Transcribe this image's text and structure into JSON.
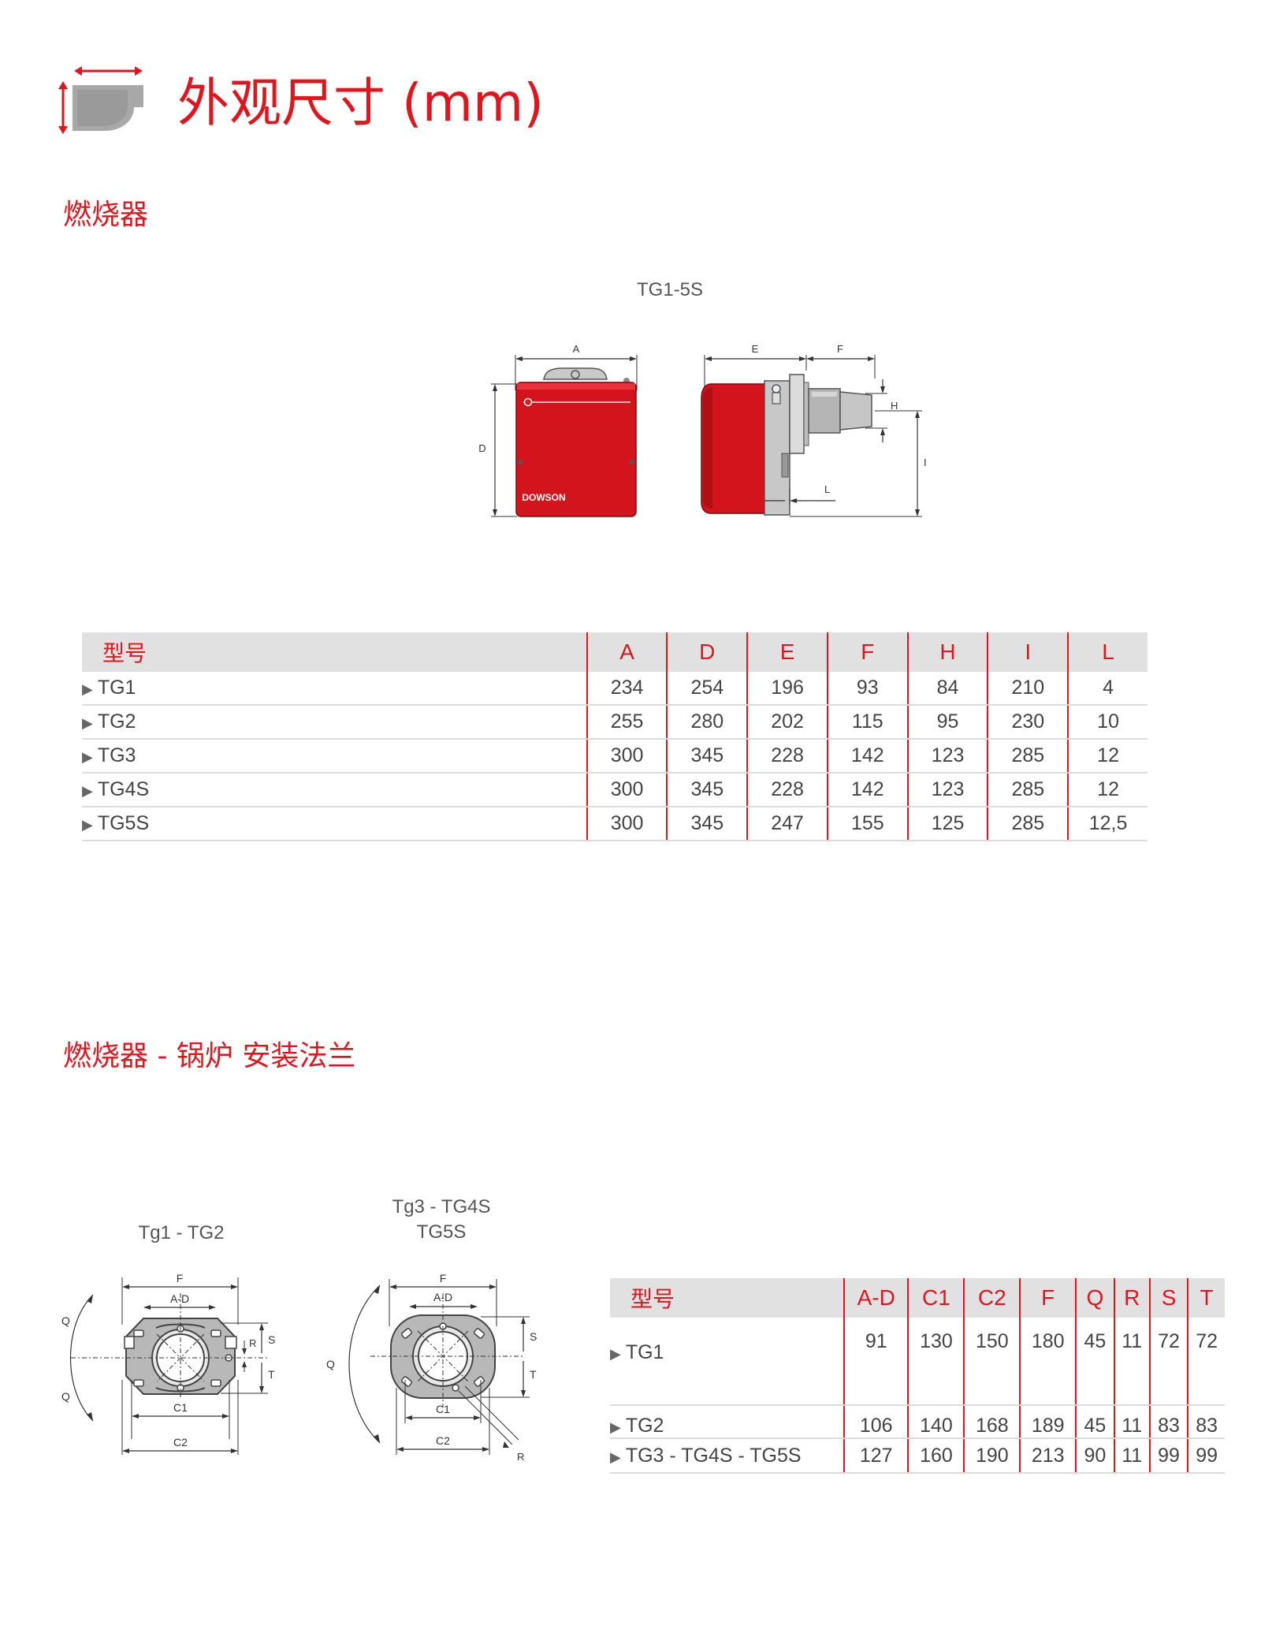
{
  "page": {
    "title": "外观尺寸 (mm)",
    "section1_title": "燃烧器",
    "section2_title": "燃烧器 - 锅炉 安装法兰"
  },
  "burner_drawing": {
    "caption": "TG1-5S",
    "brand": "DOWSON",
    "labels": {
      "a": "A",
      "d": "D",
      "e": "E",
      "f": "F",
      "h": "H",
      "i": "I",
      "l": "L"
    }
  },
  "dimension_table": {
    "model_header": "型号",
    "headers": [
      "A",
      "D",
      "E",
      "F",
      "H",
      "I",
      "L"
    ],
    "rows": [
      {
        "model": "TG1",
        "values": [
          "234",
          "254",
          "196",
          "93",
          "84",
          "210",
          "4"
        ]
      },
      {
        "model": "TG2",
        "values": [
          "255",
          "280",
          "202",
          "115",
          "95",
          "230",
          "10"
        ]
      },
      {
        "model": "TG3",
        "values": [
          "300",
          "345",
          "228",
          "142",
          "123",
          "285",
          "12"
        ]
      },
      {
        "model": "TG4S",
        "values": [
          "300",
          "345",
          "228",
          "142",
          "123",
          "285",
          "12"
        ]
      },
      {
        "model": "TG5S",
        "values": [
          "300",
          "345",
          "247",
          "155",
          "125",
          "285",
          "12,5"
        ]
      }
    ]
  },
  "flange_drawings": {
    "left_caption": "Tg1 -  TG2",
    "right_caption_line1": "Tg3 - TG4S",
    "right_caption_line2": "TG5S",
    "labels": {
      "f": "F",
      "ad": "A-D",
      "q": "Q",
      "s": "S",
      "t": "T",
      "r": "R",
      "c1": "C1",
      "c2": "C2"
    }
  },
  "flange_table": {
    "model_header": "型号",
    "headers": [
      "A-D",
      "C1",
      "C2",
      "F",
      "Q",
      "R",
      "S",
      "T"
    ],
    "rows": [
      {
        "model": "TG1",
        "values": [
          "91",
          "130",
          "150",
          "180",
          "45",
          "11",
          "72",
          "72"
        ]
      },
      {
        "model": "TG2",
        "values": [
          "106",
          "140",
          "168",
          "189",
          "45",
          "11",
          "83",
          "83"
        ]
      },
      {
        "model": "TG3 - TG4S - TG5S",
        "values": [
          "127",
          "160",
          "190",
          "213",
          "90",
          "11",
          "99",
          "99"
        ]
      }
    ]
  },
  "colors": {
    "accent_red": "#e0161e",
    "header_gray": "#e1e1e1",
    "burner_red": "#d4141c",
    "flange_gray": "#b8b8b8"
  }
}
